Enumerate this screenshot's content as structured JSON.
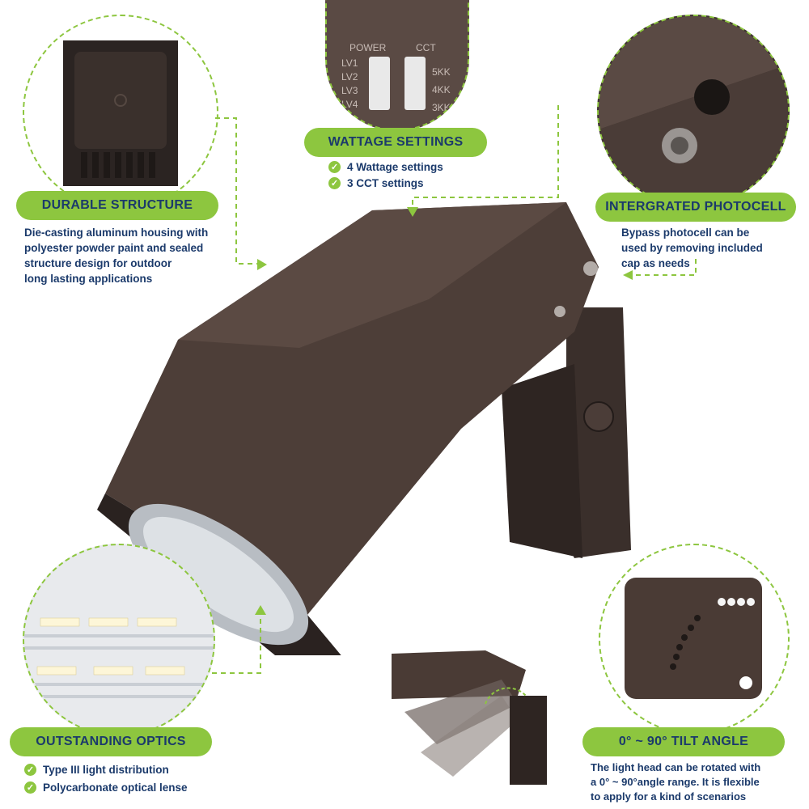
{
  "durable": {
    "title": "DURABLE STRUCTURE",
    "lines": [
      "Die-casting aluminum housing with",
      "polyester powder paint and sealed",
      "structure design for outdoor",
      "long lasting applications"
    ]
  },
  "wattage": {
    "title": "WATTAGE SETTINGS",
    "items": [
      "4 Wattage settings",
      "3 CCT settings"
    ],
    "switch": {
      "power_label": "POWER",
      "cct_label": "CCT",
      "levels": [
        "LV1",
        "LV2",
        "LV3",
        "LV4"
      ],
      "cct_values": [
        "5KK",
        "4KK",
        "3KK"
      ]
    }
  },
  "photocell": {
    "title": "INTERGRATED PHOTOCELL",
    "lines": [
      "Bypass photocell can be",
      "used by removing included",
      "cap as needs"
    ]
  },
  "optics": {
    "title": "OUTSTANDING OPTICS",
    "items": [
      "Type III light distribution",
      "Polycarbonate optical lense"
    ]
  },
  "tilt": {
    "title": "0° ~ 90° TILT ANGLE",
    "lines": [
      "The light head can be rotated with",
      "a 0° ~ 90°angle range. It is flexible",
      "to apply for a kind of scenarios"
    ]
  },
  "colors": {
    "accent": "#8dc63f",
    "text": "#1b3a6b",
    "housing": "#4a3b35"
  }
}
